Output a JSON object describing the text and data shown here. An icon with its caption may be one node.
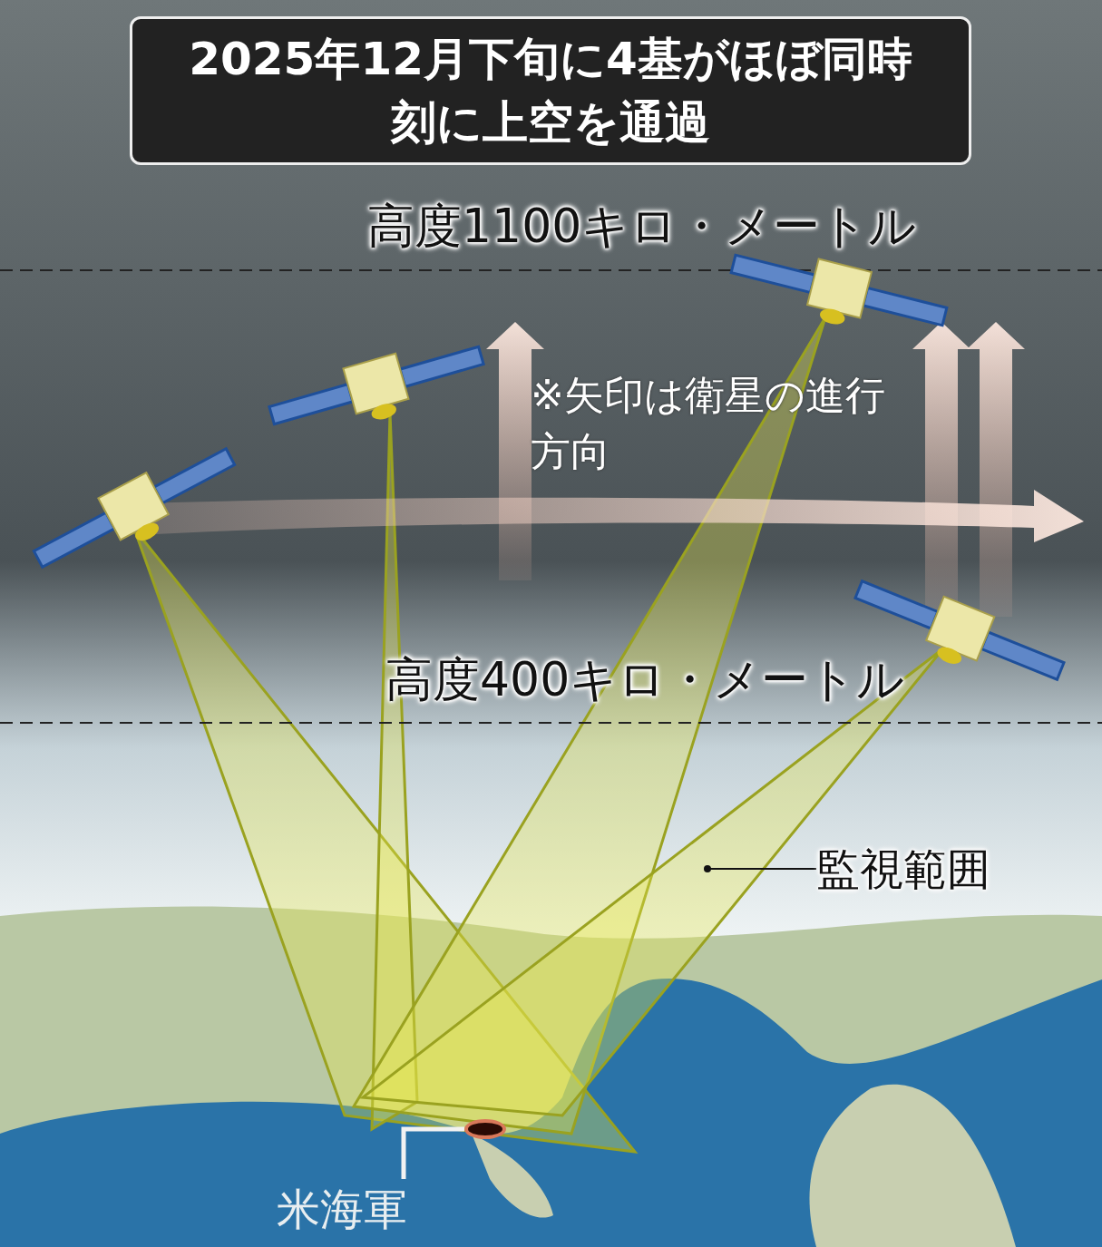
{
  "diagram": {
    "title": "2025年12月下旬に4基がほぼ同時刻に上空を通過",
    "nodes": [
      {
        "text": [
          "監視範囲"
        ]
      },
      {
        "text": [
          "米海軍"
        ]
      },
      {
        "text": [],
        "shape": "ellipse"
      }
    ],
    "edges": [
      {
        "from": 0,
        "to": null,
        "arrow": "other"
      },
      {
        "from": 1,
        "to": 2,
        "arrow": "none",
        "style": "thick",
        "color": "#f2f2f2"
      }
    ],
    "labels": [
      "高度1100キロ・メートル",
      "※矢印は衛星の進行方向",
      "高度400キロ・メートル"
    ]
  }
}
